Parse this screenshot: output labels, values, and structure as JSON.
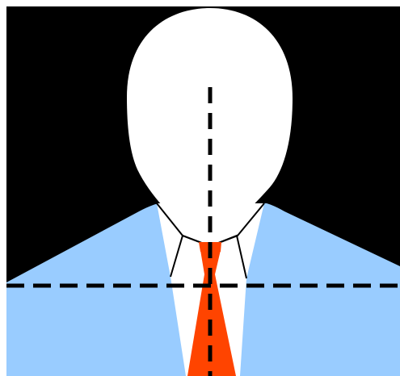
{
  "image": {
    "subject": "passport-photo-framing-guide",
    "colors": {
      "background": "#000000",
      "border": "#ffffff",
      "face": "#ffffff",
      "suit": "#99ccff",
      "shirt": "#ffffff",
      "tie": "#ff4400",
      "guide_lines": "#000000"
    },
    "guides": {
      "vertical_center_line": "dashed",
      "horizontal_shoulder_line": "dashed"
    }
  }
}
